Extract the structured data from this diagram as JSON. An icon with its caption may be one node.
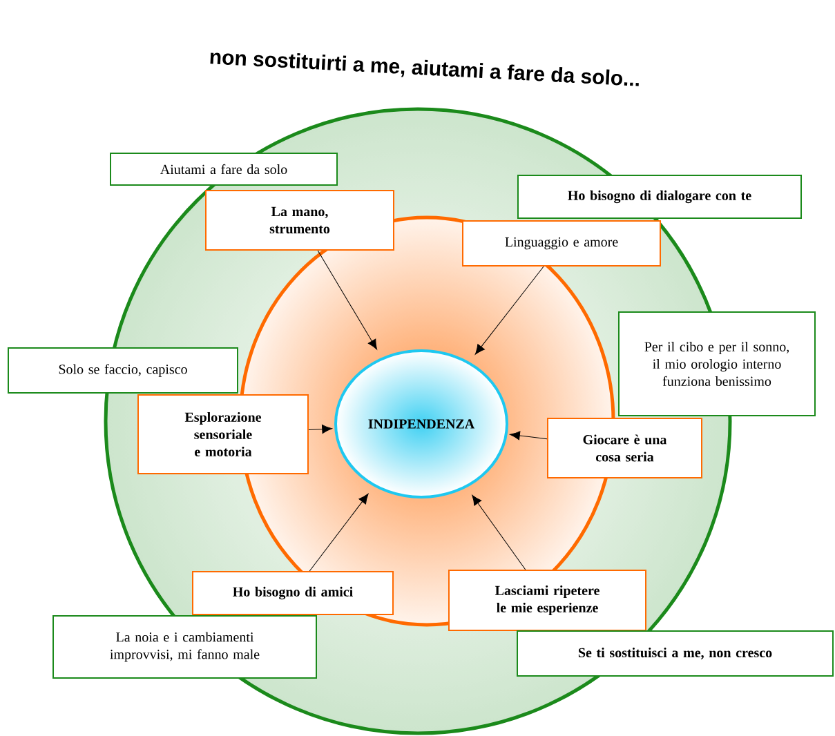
{
  "diagram": {
    "title": "non sostituirti a me, aiutami a fare da solo...",
    "nodes": [
      {
        "text": [
          "Aiutami a fare da solo"
        ]
      },
      {
        "text": [
          "La mano, strumento"
        ]
      },
      {
        "text": [
          "Ho bisogno di dialogare con te"
        ]
      },
      {
        "text": [
          "Linguaggio e amore"
        ]
      },
      {
        "text": [
          "Per il cibo e per il sonno, il mio orologio interno funziona benissimo"
        ]
      },
      {
        "text": [
          "Solo se faccio, capisco"
        ]
      },
      {
        "text": [
          "Esplorazione sensoriale e motoria"
        ]
      },
      {
        "text": [
          "INDIPENDENZA"
        ]
      },
      {
        "text": [
          "Giocare è una cosa seria"
        ]
      },
      {
        "text": [
          "Ho bisogno di amici"
        ]
      },
      {
        "text": [
          "Lasciami ripetere le mie esperienze"
        ]
      },
      {
        "text": [
          "La noia e i cambiamenti improvvisi, mi fanno male"
        ]
      },
      {
        "text": [
          "Se ti sostituisci a me, non cresco"
        ]
      }
    ],
    "edges": [
      {
        "from": 1,
        "to": 7,
        "arrow": "to"
      },
      {
        "from": 3,
        "to": 7,
        "arrow": "to"
      },
      {
        "from": 6,
        "to": 7,
        "arrow": "to"
      },
      {
        "from": 8,
        "to": 7,
        "arrow": "to"
      },
      {
        "from": 9,
        "to": 7,
        "arrow": "to"
      },
      {
        "from": 10,
        "to": 7,
        "arrow": "to"
      }
    ]
  }
}
